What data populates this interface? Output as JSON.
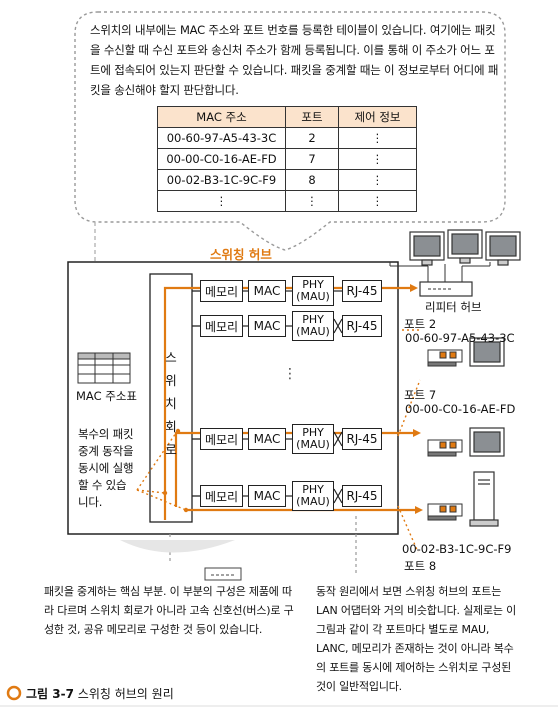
{
  "top_description": "스위치의 내부에는 MAC 주소와 포트 번호를 등록한 테이블이 있습니다. 여기에는 패킷을 수신할 때 수신 포트와 송신처 주소가 함께 등록됩니다. 이를 통해 이 주소가 어느 포트에 접속되어 있는지 판단할 수 있습니다. 패킷을 중계할 때는 이 정보로부터 어디에 패킷을 송신해야 할지 판단합니다.",
  "table": {
    "headers": [
      "MAC 주소",
      "포트",
      "제어 정보"
    ],
    "rows": [
      [
        "00-60-97-A5-43-3C",
        "2",
        "⋮"
      ],
      [
        "00-00-C0-16-AE-FD",
        "7",
        "⋮"
      ],
      [
        "00-02-B3-1C-9C-F9",
        "8",
        "⋮"
      ],
      [
        "⋮",
        "⋮",
        "⋮"
      ]
    ]
  },
  "hub_title": "스위칭 허브",
  "switch_circuit_chars": [
    "스",
    "위",
    "치",
    "회",
    "로"
  ],
  "blocks": {
    "memory": "메모리",
    "mac": "MAC",
    "phy_line1": "PHY",
    "phy_line2": "(MAU)",
    "rj45": "RJ-45"
  },
  "mac_table_label": "MAC 주소표",
  "parallel_note": [
    "복수의 패킷",
    "중계 동작을",
    "동시에 실행",
    "할 수 있습",
    "니다."
  ],
  "repeater_hub_label": "리피터 허브",
  "port2_label": "포트 2",
  "port2_mac": "00-60-97-A5-43-3C",
  "port7_label": "포트 7",
  "port7_mac": "00-00-C0-16-AE-FD",
  "port8_mac": "00-02-B3-1C-9C-F9",
  "port8_label": "포트 8",
  "bottom_left_note": "패킷을 중계하는 핵심 부분. 이 부분의 구성은 제품에 따라 다르며 스위치 회로가 아니라 고속 신호선(버스)로 구성한 것, 공유 메모리로 구성한 것 등이 있습니다.",
  "bottom_right_note": "동작 원리에서 보면 스위칭 허브의 포트는 LAN 어댑터와 거의 비슷합니다. 실제로는 이 그림과 같이 각 포트마다 별도로 MAU, LANC, 메모리가 존재하는 것이 아니라 복수의 포트를 동시에 제어하는 스위치로 구성된 것이 일반적입니다.",
  "caption_label": "그림 3-7",
  "caption_text": "스위칭 허브의 원리",
  "colors": {
    "accent": "#e07a12",
    "dashed": "#999999",
    "table_header": "#fbe3cc"
  }
}
